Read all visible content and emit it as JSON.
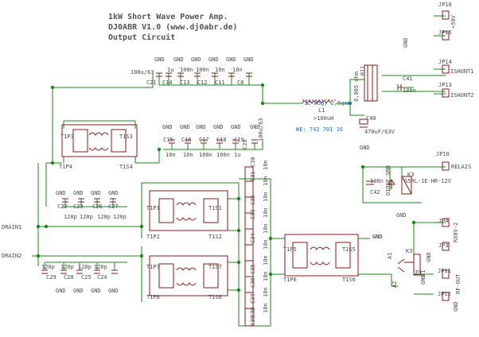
{
  "title": {
    "line1": "1kW Short Wave Power Amp.",
    "line2": "DJ0ABR  V1.0 (www.dj0abr.de)",
    "line3": "Output Circuit"
  },
  "colors": {
    "wire": "#1a8a1a",
    "part": "#8b1a1a",
    "text": "#4a4a4a",
    "net_label": "#1f6fbf"
  },
  "labels": [
    {
      "id": "jp16",
      "text": "JP16"
    },
    {
      "id": "plus50v",
      "text": "+50V"
    },
    {
      "id": "jp15",
      "text": "JP15"
    },
    {
      "id": "gnd-jp15",
      "text": "GND"
    },
    {
      "id": "jp14",
      "text": "JP14"
    },
    {
      "id": "ishunt1",
      "text": "ISHUNT1"
    },
    {
      "id": "jp13",
      "text": "JP13"
    },
    {
      "id": "ishunt2",
      "text": "ISHUNT2"
    },
    {
      "id": "r11",
      "text": "R11"
    },
    {
      "id": "r11-value",
      "text": "0,005 ohm"
    },
    {
      "id": "c41",
      "text": "C41"
    },
    {
      "id": "c41-value",
      "text": "100n"
    },
    {
      "id": "l1-desc",
      "text": "12 Wdg, 2,5qmm"
    },
    {
      "id": "l1",
      "text": "L1"
    },
    {
      "id": "l1-value",
      "text": ">100uH"
    },
    {
      "id": "l1-part",
      "text": "WE: 742 701 16"
    },
    {
      "id": "c40",
      "text": "C40"
    },
    {
      "id": "c40-value",
      "text": "470uF/63V"
    },
    {
      "id": "gnd-c40",
      "text": "GND"
    },
    {
      "id": "jp10",
      "text": "JP10"
    },
    {
      "id": "relais",
      "text": "RELAIS"
    },
    {
      "id": "c42-value",
      "text": "100n"
    },
    {
      "id": "c42",
      "text": "C42"
    },
    {
      "id": "diode-smb",
      "text": "DIODE SMB"
    },
    {
      "id": "k3",
      "text": "K3"
    },
    {
      "id": "k3-part",
      "text": "G5RL-1E-HR-12V"
    },
    {
      "id": "gnd-k3",
      "text": "GND"
    },
    {
      "id": "jp4",
      "text": "JP4"
    },
    {
      "id": "rx8v-2",
      "text": "RX8V-2"
    },
    {
      "id": "jp3",
      "text": "JP3"
    },
    {
      "id": "gnd-jp3",
      "text": "GND"
    },
    {
      "id": "jp11",
      "text": "JP11"
    },
    {
      "id": "rf-out",
      "text": "RF-OUT"
    },
    {
      "id": "jp12",
      "text": "JP12"
    },
    {
      "id": "gnd-jp12",
      "text": "GND"
    },
    {
      "id": "p1",
      "text": "P1"
    },
    {
      "id": "k3-pin",
      "text": "K3"
    },
    {
      "id": "drain1",
      "text": "DRAIN1"
    },
    {
      "id": "drain2",
      "text": "DRAIN2"
    },
    {
      "id": "c21",
      "text": "C21"
    },
    {
      "id": "c21-value",
      "text": "100u/63"
    },
    {
      "id": "c14",
      "text": "C14"
    },
    {
      "id": "c13",
      "text": "C13"
    },
    {
      "id": "c12",
      "text": "C12"
    },
    {
      "id": "c11",
      "text": "C11"
    },
    {
      "id": "c8",
      "text": "C8"
    },
    {
      "id": "top-v1",
      "text": "1u"
    },
    {
      "id": "top-v2",
      "text": "100n"
    },
    {
      "id": "top-v3",
      "text": "100n"
    },
    {
      "id": "top-v4",
      "text": "10n"
    },
    {
      "id": "top-v5",
      "text": "10n"
    },
    {
      "id": "gnd-t1",
      "text": "GND"
    },
    {
      "id": "gnd-t2",
      "text": "GND"
    },
    {
      "id": "gnd-t3",
      "text": "GND"
    },
    {
      "id": "gnd-t4",
      "text": "GND"
    },
    {
      "id": "gnd-t5",
      "text": "GND"
    },
    {
      "id": "gnd-t6",
      "text": "GND"
    },
    {
      "id": "c15",
      "text": "C15"
    },
    {
      "id": "c16",
      "text": "C16"
    },
    {
      "id": "c17",
      "text": "C17"
    },
    {
      "id": "c18",
      "text": "C18"
    },
    {
      "id": "c19",
      "text": "C19"
    },
    {
      "id": "c20",
      "text": "C20"
    },
    {
      "id": "mid-v1",
      "text": "10n"
    },
    {
      "id": "mid-v2",
      "text": "10n"
    },
    {
      "id": "mid-v3",
      "text": "100n"
    },
    {
      "id": "mid-v4",
      "text": "100n"
    },
    {
      "id": "mid-v5",
      "text": "1u"
    },
    {
      "id": "mid-v6",
      "text": "100u/63"
    },
    {
      "id": "gnd-m1",
      "text": "GND"
    },
    {
      "id": "gnd-m2",
      "text": "GND"
    },
    {
      "id": "gnd-m3",
      "text": "GND"
    },
    {
      "id": "gnd-m4",
      "text": "GND"
    },
    {
      "id": "gnd-m5",
      "text": "GND"
    },
    {
      "id": "gnd-m6",
      "text": "GND"
    },
    {
      "id": "t1p3",
      "text": "T1P3"
    },
    {
      "id": "t1s3",
      "text": "T1S3"
    },
    {
      "id": "t1p4",
      "text": "T1P4"
    },
    {
      "id": "t1s4",
      "text": "T1S4"
    },
    {
      "id": "t1p1",
      "text": "T1P1"
    },
    {
      "id": "t1s1",
      "text": "T1S1"
    },
    {
      "id": "t1p2",
      "text": "T1P2"
    },
    {
      "id": "t1s2",
      "text": "T1S2"
    },
    {
      "id": "t1p7",
      "text": "T1P7"
    },
    {
      "id": "t1s7",
      "text": "T1S7"
    },
    {
      "id": "t1p8",
      "text": "T1P8"
    },
    {
      "id": "t1s8",
      "text": "T1S8"
    },
    {
      "id": "t1p5",
      "text": "T1P5"
    },
    {
      "id": "t1s5",
      "text": "T1S5"
    },
    {
      "id": "t1p6",
      "text": "T1P6"
    },
    {
      "id": "t1s6",
      "text": "T1S6"
    },
    {
      "id": "c22",
      "text": "C22"
    },
    {
      "id": "c23",
      "text": "C23"
    },
    {
      "id": "c26",
      "text": "C26"
    },
    {
      "id": "c27",
      "text": "C27"
    },
    {
      "id": "up-v1",
      "text": "120p"
    },
    {
      "id": "up-v2",
      "text": "120p"
    },
    {
      "id": "up-v3",
      "text": "120p"
    },
    {
      "id": "up-v4",
      "text": "120p"
    },
    {
      "id": "gnd-u1",
      "text": "GND"
    },
    {
      "id": "gnd-u2",
      "text": "GND"
    },
    {
      "id": "gnd-u3",
      "text": "GND"
    },
    {
      "id": "gnd-u4",
      "text": "GND"
    },
    {
      "id": "c29",
      "text": "C29"
    },
    {
      "id": "c28",
      "text": "C28"
    },
    {
      "id": "c25",
      "text": "C25"
    },
    {
      "id": "c24",
      "text": "C24"
    },
    {
      "id": "lo-v1",
      "text": "120p"
    },
    {
      "id": "lo-v2",
      "text": "120p"
    },
    {
      "id": "lo-v3",
      "text": "120p"
    },
    {
      "id": "lo-v4",
      "text": "120p"
    },
    {
      "id": "gnd-l1",
      "text": "GND"
    },
    {
      "id": "gnd-l2",
      "text": "GND"
    },
    {
      "id": "gnd-l3",
      "text": "GND"
    },
    {
      "id": "gnd-l4",
      "text": "GND"
    },
    {
      "id": "gnd-l5",
      "text": "GND"
    },
    {
      "id": "c30",
      "text": "C30"
    },
    {
      "id": "c31",
      "text": "C31"
    },
    {
      "id": "c32",
      "text": "C32"
    },
    {
      "id": "c33",
      "text": "C33"
    },
    {
      "id": "c34",
      "text": "C34"
    },
    {
      "id": "c35",
      "text": "C35"
    },
    {
      "id": "c36",
      "text": "C36"
    },
    {
      "id": "c37",
      "text": "C37"
    },
    {
      "id": "c38",
      "text": "C38"
    },
    {
      "id": "c39",
      "text": "C39"
    },
    {
      "id": "col-v1",
      "text": "10n"
    },
    {
      "id": "col-v2",
      "text": "10n"
    },
    {
      "id": "col-v3",
      "text": "10n"
    },
    {
      "id": "col-v4",
      "text": "10n"
    },
    {
      "id": "col-v5",
      "text": "10n"
    },
    {
      "id": "col-v6",
      "text": "10n"
    },
    {
      "id": "col-v7",
      "text": "10n"
    },
    {
      "id": "col-v8",
      "text": "10n"
    },
    {
      "id": "col-v9",
      "text": "10n"
    },
    {
      "id": "col-v10",
      "text": "10n"
    },
    {
      "id": "gnd-t1p5",
      "text": "GND"
    },
    {
      "id": "gnd-p1",
      "text": "GND"
    },
    {
      "id": "pin-a1",
      "text": "A1"
    },
    {
      "id": "pin-a2",
      "text": "A2"
    },
    {
      "id": "pin-b1",
      "text": "B1"
    }
  ]
}
